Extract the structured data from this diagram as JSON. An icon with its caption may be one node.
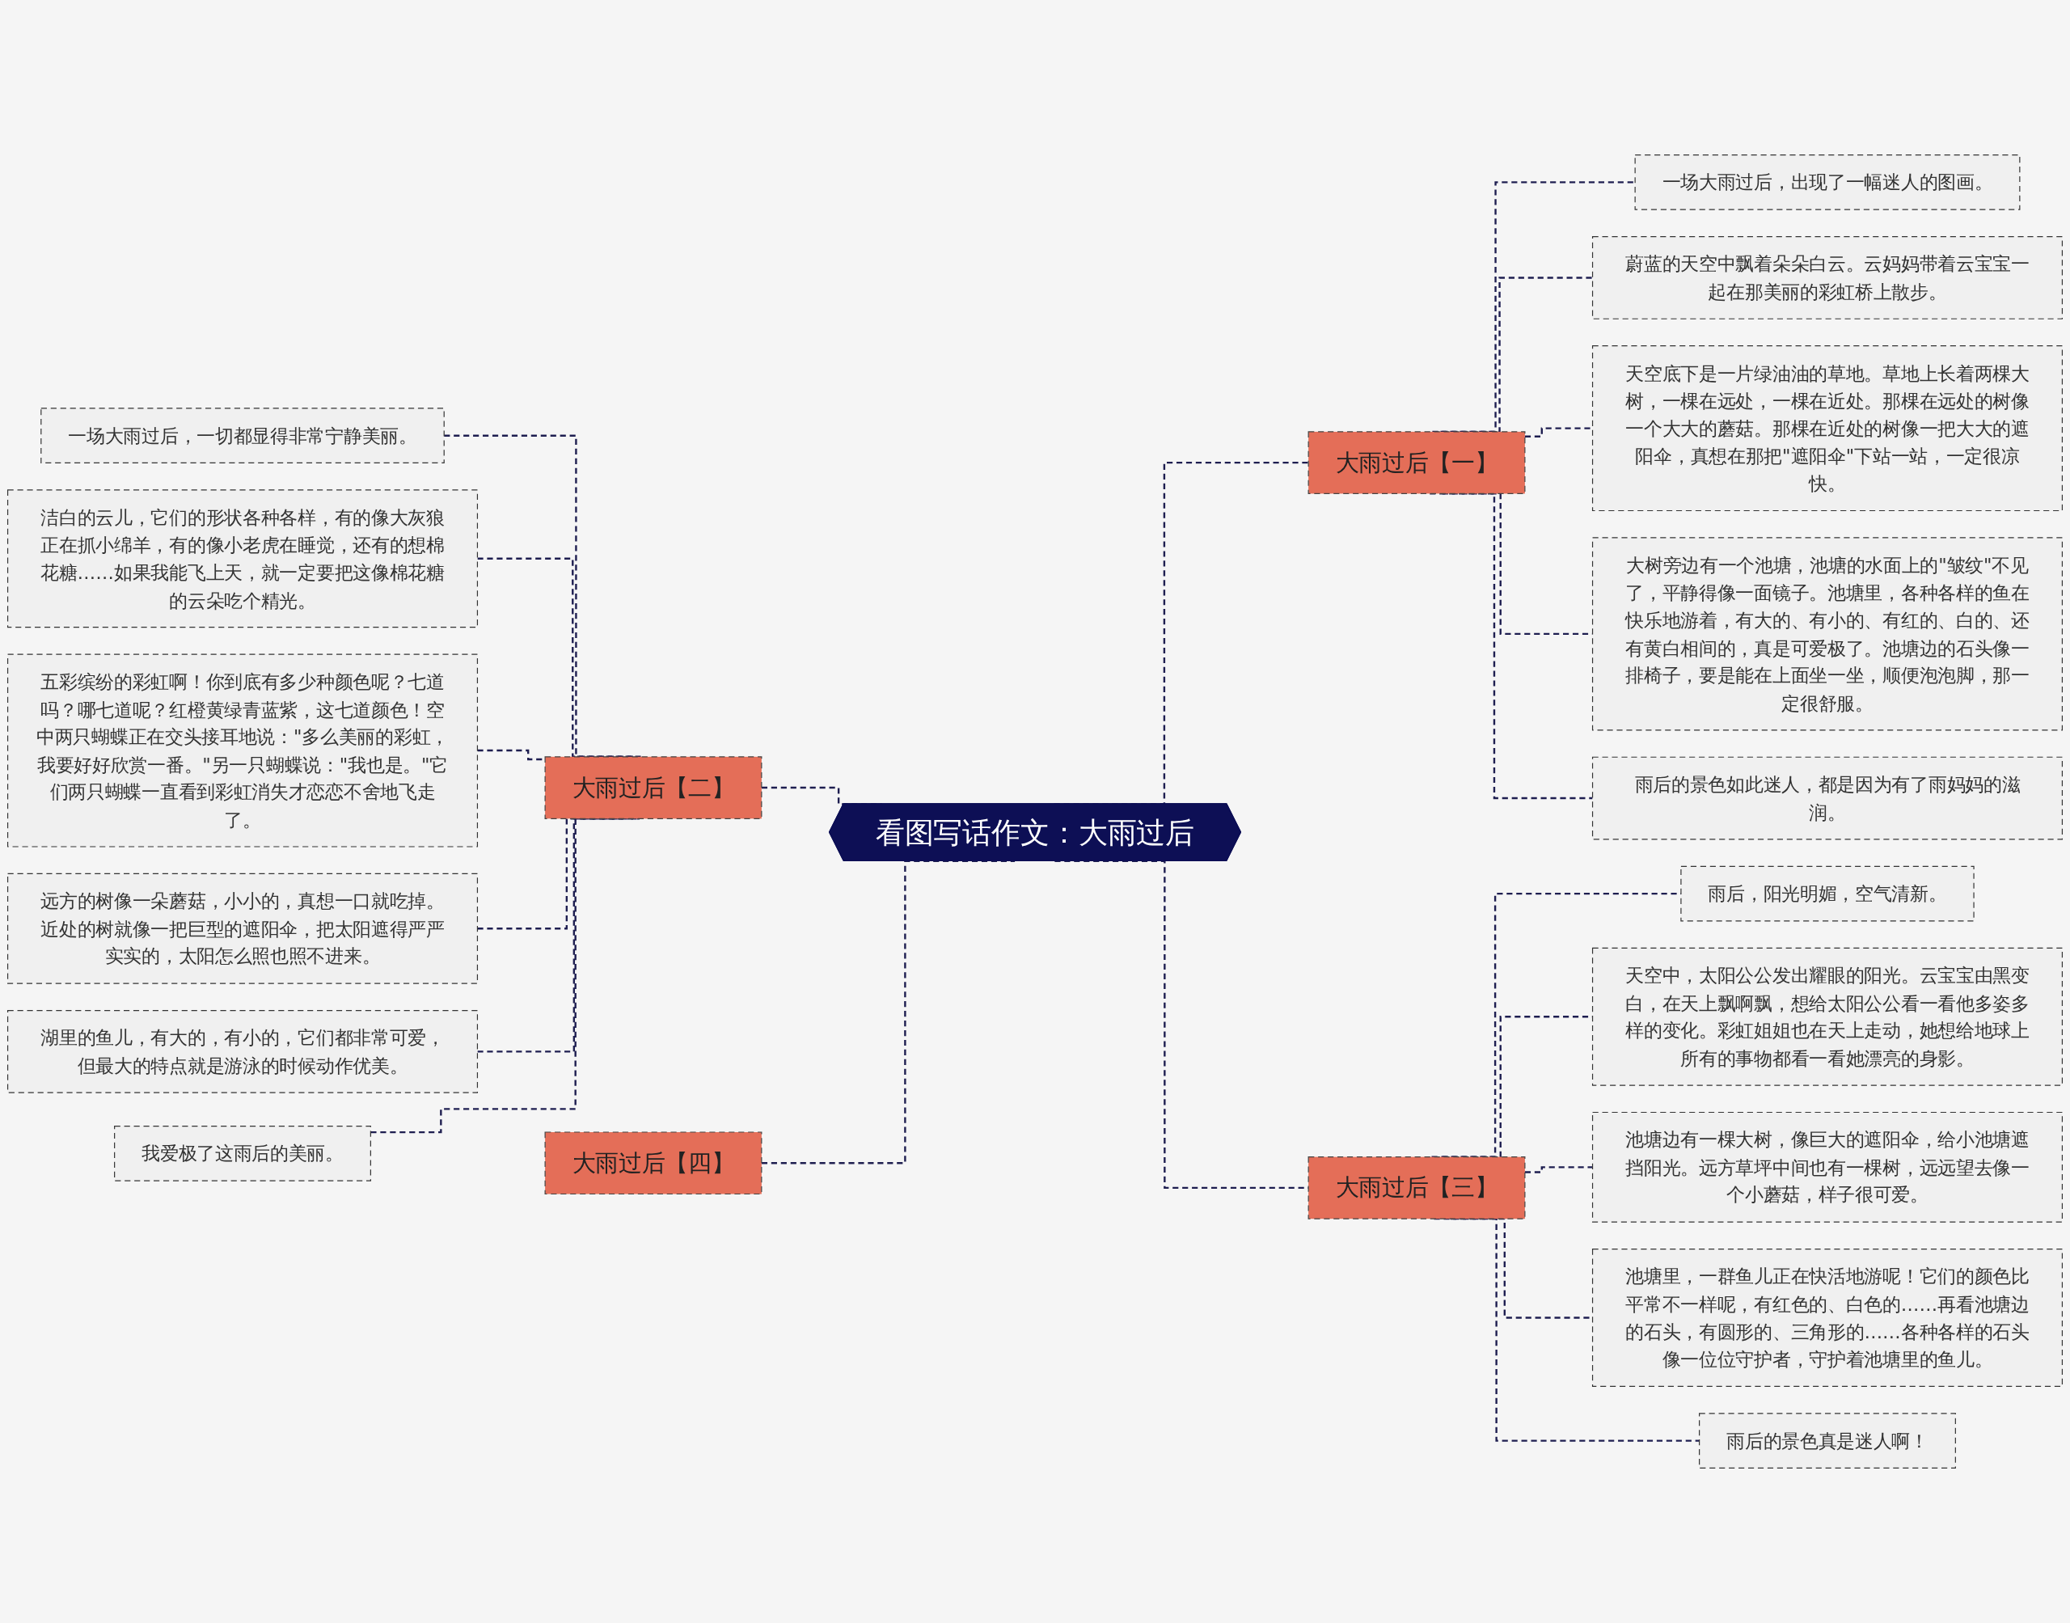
{
  "diagram": {
    "nodes": [
      {
        "text": [
          "看图写话作文：大雨过后"
        ]
      },
      {
        "text": [
          "大雨过后【一】"
        ]
      },
      {
        "text": [
          "一场大雨过后，出现了一幅迷人的图画。"
        ]
      },
      {
        "text": [
          "蔚蓝的天空中飘着朵朵白云。云妈妈带着云宝宝一起在那美丽的彩虹桥上散步。"
        ]
      },
      {
        "text": [
          "天空底下是一片绿油油的草地。草地上长着两棵大树，一棵在远处，一棵在近处。那棵在远处的树像一个大大的蘑菇。那棵在近处的树像一把大大的遮阳伞，真想在那把\"遮阳伞\"下站一站，一定很凉快。"
        ]
      },
      {
        "text": [
          "大树旁边有一个池塘，池塘的水面上的\"皱纹\"不见了，平静得像一面镜子。池塘里，各种各样的鱼在快乐地游着，有大的、有小的、有红的、白的、还有黄白相间的，真是可爱极了。池塘边的石头像一排椅子，要是能在上面坐一坐，顺便泡泡脚，那一定很舒服。"
        ]
      },
      {
        "text": [
          "雨后的景色如此迷人，都是因为有了雨妈妈的滋润。"
        ]
      },
      {
        "text": [
          "大雨过后【二】"
        ]
      },
      {
        "text": [
          "一场大雨过后，一切都显得非常宁静美丽。"
        ]
      },
      {
        "text": [
          "洁白的云儿，它们的形状各种各样，有的像大灰狼正在抓小绵羊，有的像小老虎在睡觉，还有的想棉花糖……如果我能飞上天，就一定要把这像棉花糖的云朵吃个精光。"
        ]
      },
      {
        "text": [
          "五彩缤纷的彩虹啊！你到底有多少种颜色呢？七道吗？哪七道呢？红橙黄绿青蓝紫，这七道颜色！空中两只蝴蝶正在交头接耳地说：\"多么美丽的彩虹，我要好好欣赏一番。\"另一只蝴蝶说：\"我也是。\"它们两只蝴蝶一直看到彩虹消失才恋恋不舍地飞走了。"
        ]
      },
      {
        "text": [
          "远方的树像一朵蘑菇，小小的，真想一口就吃掉。近处的树就像一把巨型的遮阳伞，把太阳遮得严严实实的，太阳怎么照也照不进来。"
        ]
      },
      {
        "text": [
          "湖里的鱼儿，有大的，有小的，它们都非常可爱，但最大的特点就是游泳的时候动作优美。"
        ]
      },
      {
        "text": [
          "我爱极了这雨后的美丽。"
        ]
      },
      {
        "text": [
          "大雨过后【三】"
        ]
      },
      {
        "text": [
          "雨后，阳光明媚，空气清新。"
        ]
      },
      {
        "text": [
          "天空中，太阳公公发出耀眼的阳光。云宝宝由黑变白，在天上飘啊飘，想给太阳公公看一看他多姿多样的变化。彩虹姐姐也在天上走动，她想给地球上所有的事物都看一看她漂亮的身影。"
        ]
      },
      {
        "text": [
          "池塘边有一棵大树，像巨大的遮阳伞，给小池塘遮挡阳光。远方草坪中间也有一棵树，远远望去像一个小蘑菇，样子很可爱。"
        ]
      },
      {
        "text": [
          "池塘里，一群鱼儿正在快活地游呢！它们的颜色比平常不一样呢，有红色的、白色的……再看池塘边的石头，有圆形的、三角形的……各种各样的石头像一位位守护者，守护着池塘里的鱼儿。"
        ]
      },
      {
        "text": [
          "雨后的景色真是迷人啊！"
        ]
      },
      {
        "text": [
          "大雨过后【四】"
        ]
      }
    ],
    "edges": [
      {
        "from": 0,
        "to": 1,
        "arrow": "none",
        "style": "dashed"
      },
      {
        "from": 1,
        "to": 2,
        "arrow": "none",
        "style": "dashed"
      },
      {
        "from": 1,
        "to": 3,
        "arrow": "none",
        "style": "dashed"
      },
      {
        "from": 1,
        "to": 4,
        "arrow": "none",
        "style": "dashed"
      },
      {
        "from": 1,
        "to": 5,
        "arrow": "none",
        "style": "dashed"
      },
      {
        "from": 1,
        "to": 6,
        "arrow": "none",
        "style": "dashed"
      },
      {
        "from": 0,
        "to": 7,
        "arrow": "none",
        "style": "dashed"
      },
      {
        "from": 7,
        "to": 8,
        "arrow": "none",
        "style": "dashed"
      },
      {
        "from": 7,
        "to": 9,
        "arrow": "none",
        "style": "dashed"
      },
      {
        "from": 7,
        "to": 10,
        "arrow": "none",
        "style": "dashed"
      },
      {
        "from": 7,
        "to": 11,
        "arrow": "none",
        "style": "dashed"
      },
      {
        "from": 7,
        "to": 12,
        "arrow": "none",
        "style": "dashed"
      },
      {
        "from": 7,
        "to": 13,
        "arrow": "none",
        "style": "dashed"
      },
      {
        "from": 0,
        "to": 14,
        "arrow": "none",
        "style": "dashed"
      },
      {
        "from": 14,
        "to": 15,
        "arrow": "none",
        "style": "dashed"
      },
      {
        "from": 14,
        "to": 16,
        "arrow": "none",
        "style": "dashed"
      },
      {
        "from": 14,
        "to": 17,
        "arrow": "none",
        "style": "dashed"
      },
      {
        "from": 14,
        "to": 18,
        "arrow": "none",
        "style": "dashed"
      },
      {
        "from": 14,
        "to": 19,
        "arrow": "none",
        "style": "dashed"
      },
      {
        "from": 0,
        "to": 20,
        "arrow": "none",
        "style": "dashed"
      }
    ]
  }
}
